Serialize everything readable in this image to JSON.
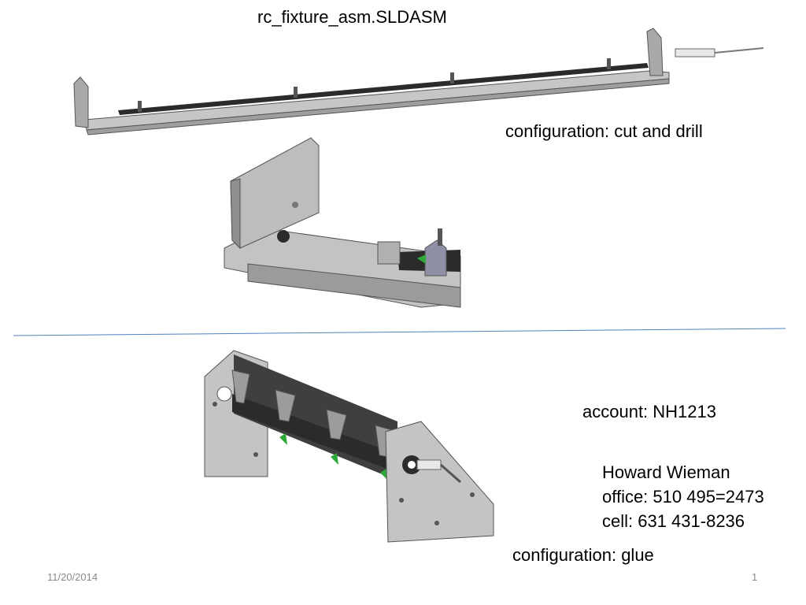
{
  "slide": {
    "title": "rc_fixture_asm.SLDASM",
    "config_cut": "configuration: cut and drill",
    "config_glue": "configuration: glue",
    "account": "account: NH1213",
    "contact": {
      "name": "Howard Wieman",
      "office": "office: 510 495=2473",
      "cell": "cell: 631 431-8236"
    },
    "footer": {
      "date": "11/20/2014",
      "page": "1"
    }
  },
  "colors": {
    "divider": "#4f81bd",
    "metal": "#b8b8b8",
    "metal_dark": "#8c8c8c",
    "tube": "#2b2b2b",
    "accent_green": "#2fa83a",
    "bracket": "#8f8fa6"
  }
}
